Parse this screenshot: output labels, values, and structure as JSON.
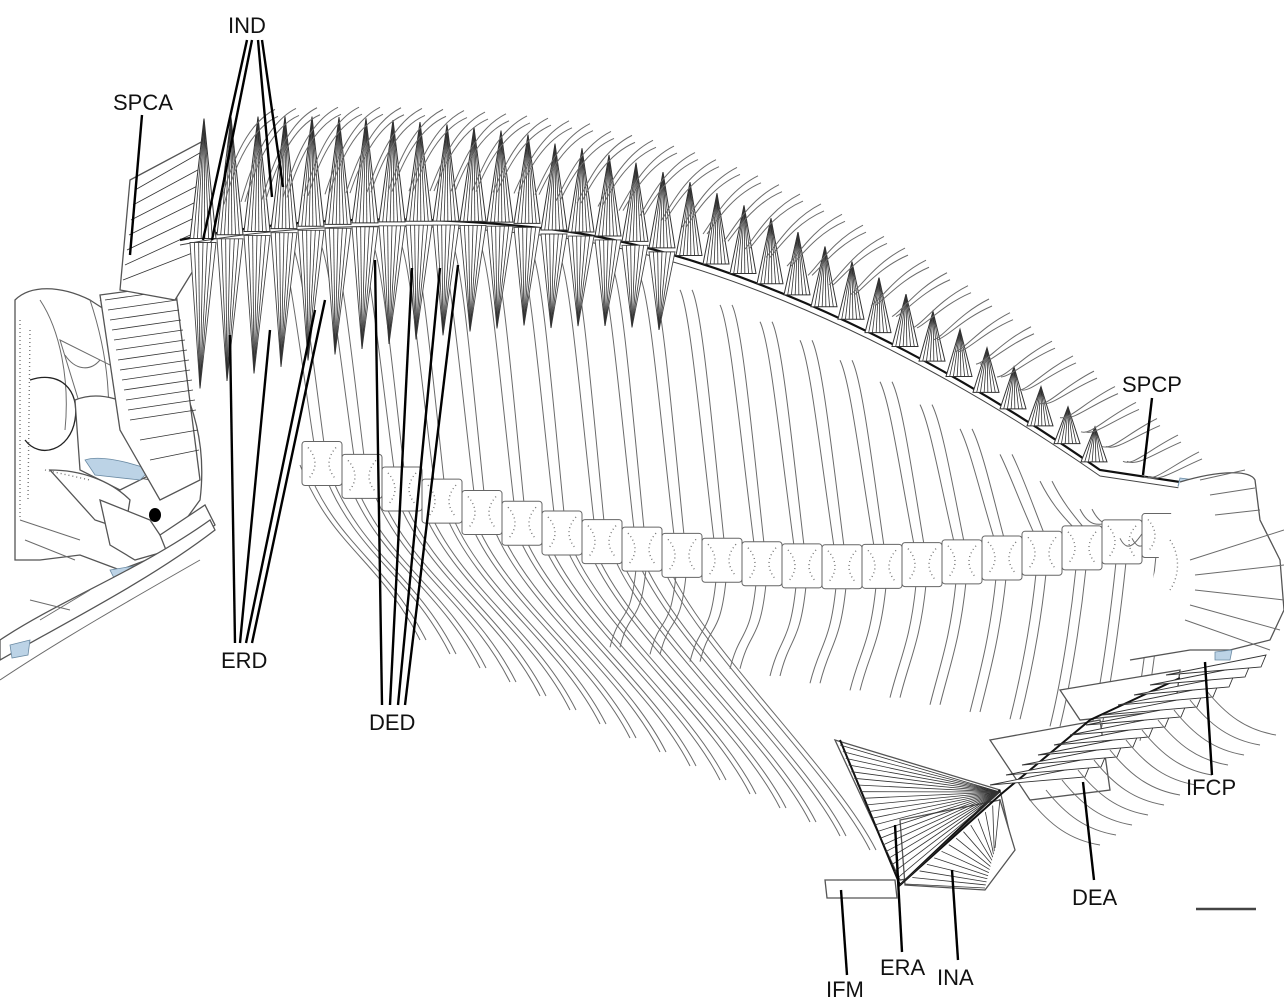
{
  "labels": {
    "ind": "IND",
    "spca": "SPCA",
    "erd": "ERD",
    "ded": "DED",
    "spcp": "SPCP",
    "ifcp": "IFCP",
    "dea": "DEA",
    "ifm": "IFM",
    "era": "ERA",
    "ina": "INA"
  },
  "colors": {
    "line": "#000000",
    "bone_outline": "#6b6b6b",
    "cartilage_blue": "#bcd3e6"
  }
}
